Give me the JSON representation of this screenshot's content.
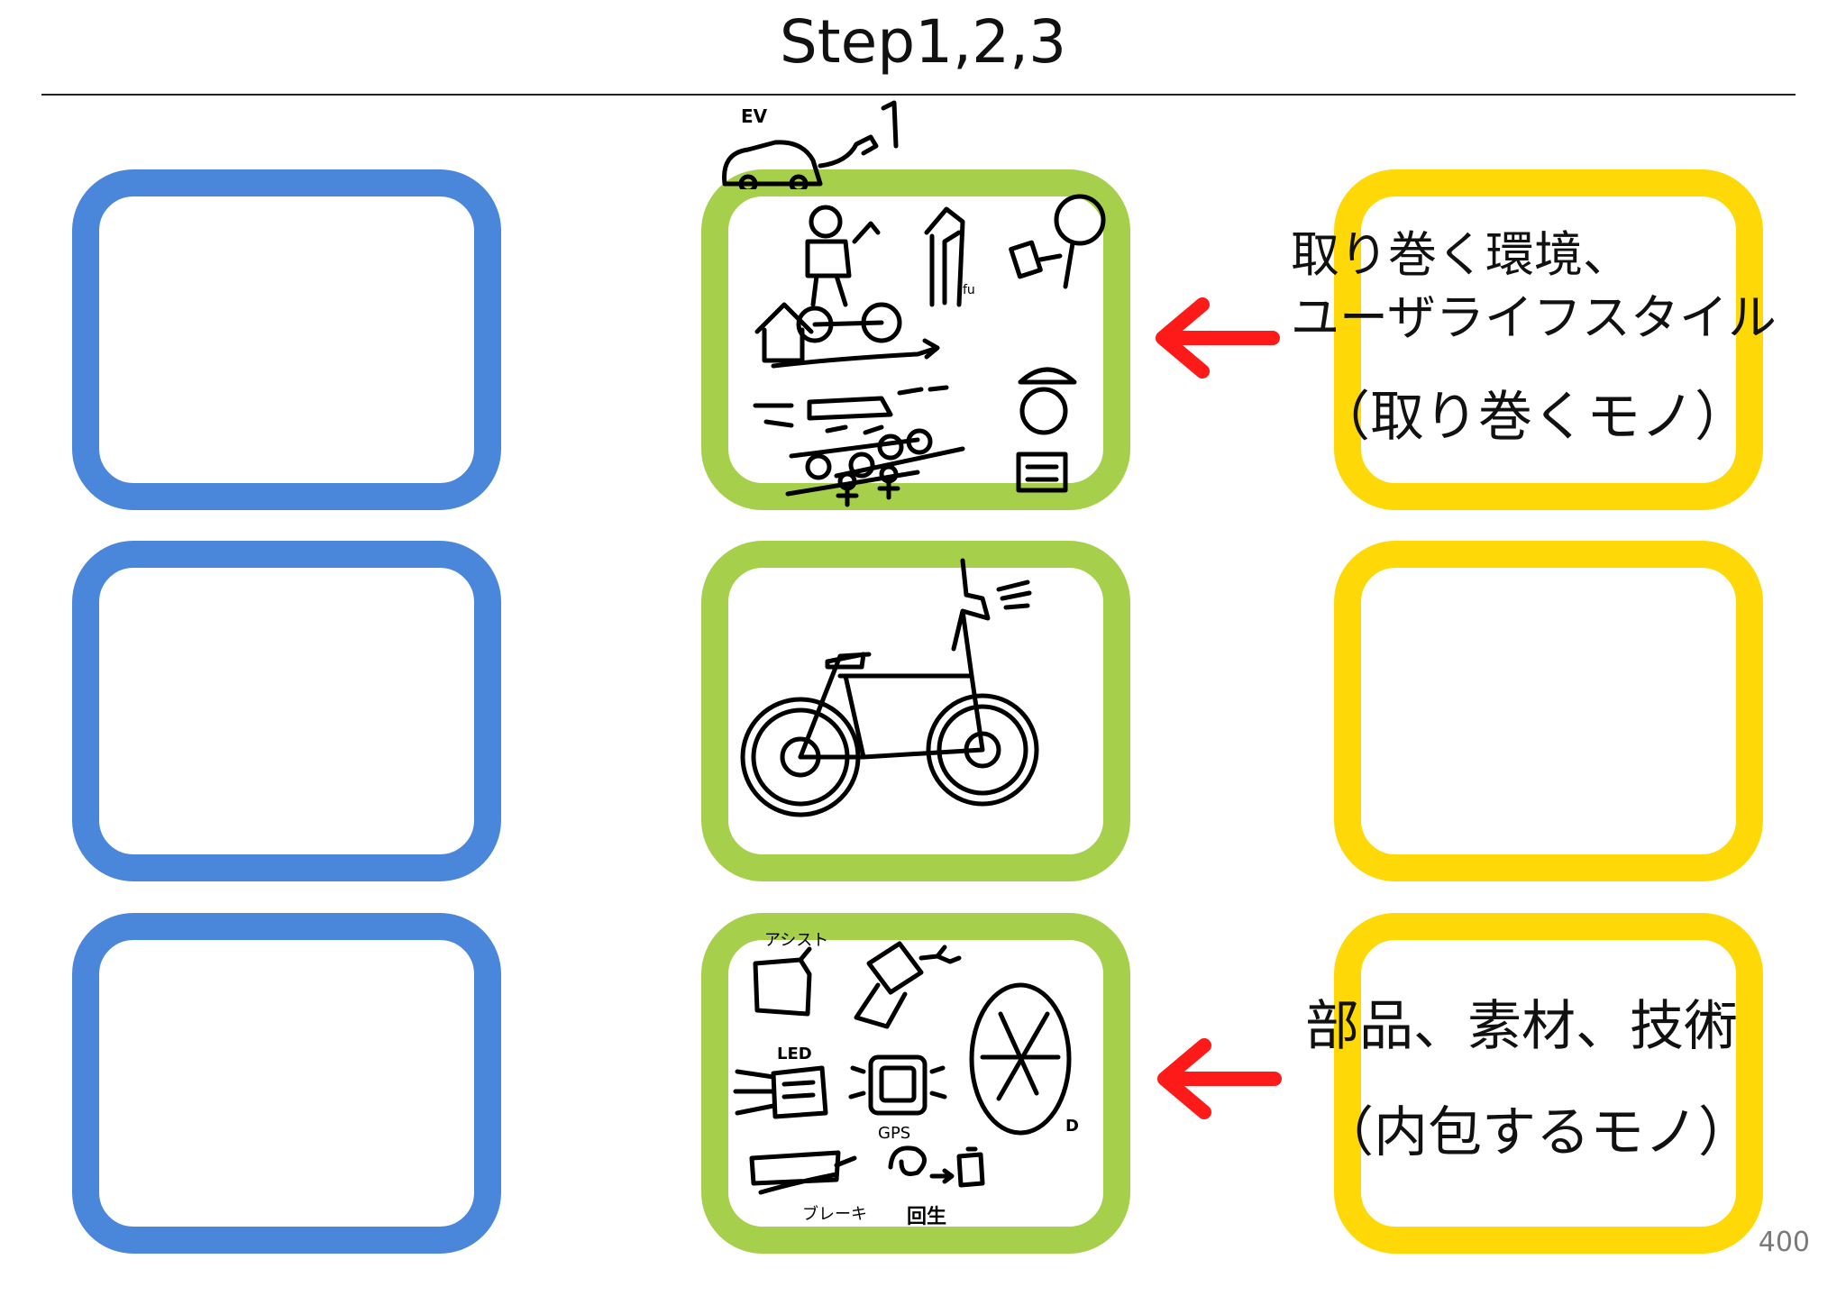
{
  "title": "Step1,2,3",
  "colors": {
    "left_boxes": "#4a86d9",
    "middle_boxes": "#a6cf4c",
    "right_boxes": "#ffd808",
    "arrows": "#ff1a1a"
  },
  "labels": {
    "environment_line1": "取り巻く環境、",
    "environment_line2": "ユーザライフスタイル",
    "environment_line3": "（取り巻くモノ）",
    "components_line1": "部品、素材、技術",
    "components_line2": "（内包するモノ）"
  },
  "sketch_text": {
    "ev": "EV",
    "assist": "アシスト",
    "led": "LED",
    "gps": "GPS",
    "brake": "ブレーキ",
    "regen": "回生",
    "d": "D"
  },
  "page_number": "400"
}
